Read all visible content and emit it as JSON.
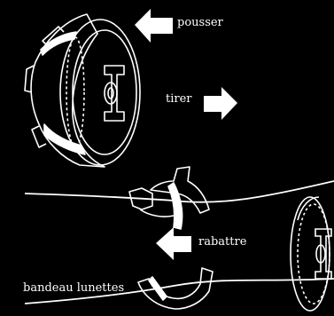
{
  "labels": {
    "push": "pousser",
    "pull": "tirer",
    "fold": "rabattre",
    "headband": "bandeau lunettes"
  },
  "colors": {
    "background": "#000000",
    "line_art": "#ffffff"
  },
  "icons": {
    "push": "arrow-left-icon",
    "pull": "arrow-right-icon",
    "fold": "arrow-left-icon"
  }
}
